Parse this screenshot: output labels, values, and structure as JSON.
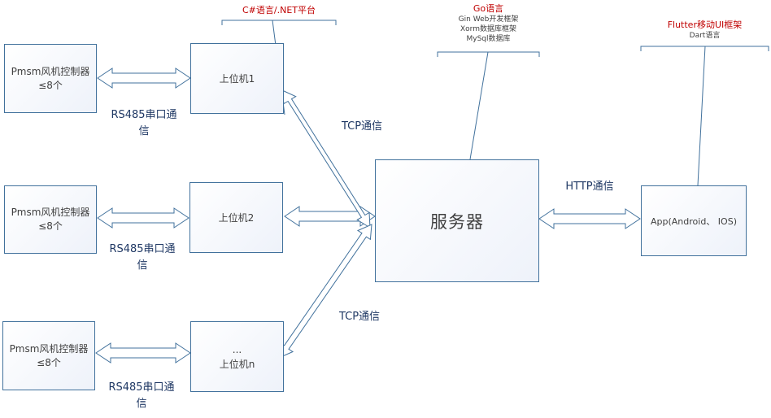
{
  "controllers": [
    {
      "line1": "Pmsm风机控制器",
      "line2": "≤8个"
    },
    {
      "line1": "Pmsm风机控制器",
      "line2": "≤8个"
    },
    {
      "line1": "Pmsm风机控制器",
      "line2": "≤8个"
    }
  ],
  "hosts": [
    {
      "line1": "",
      "line2": "上位机1"
    },
    {
      "line1": "",
      "line2": "上位机2"
    },
    {
      "line1": "...",
      "line2": "上位机n"
    }
  ],
  "rs485": [
    {
      "line1": "RS485串口通",
      "line2": "信"
    },
    {
      "line1": "RS485串口通",
      "line2": "信"
    },
    {
      "line1": "RS485串口通",
      "line2": "信"
    }
  ],
  "tcp_labels": [
    "TCP通信",
    "TCP通信"
  ],
  "http_label": "HTTP通信",
  "server": {
    "label": "服务器"
  },
  "app": {
    "label": "App(Android、 IOS)"
  },
  "notes": {
    "host": {
      "title": "C#语言/.NET平台"
    },
    "server": {
      "title": "Go语言",
      "items": [
        "Gin Web开发框架",
        "Xorm数据库框架",
        "MySql数据库"
      ]
    },
    "app": {
      "title": "Flutter移动UI框架",
      "sub": "Dart语言"
    }
  },
  "colors": {
    "border": "#41719c",
    "label": "#1f3864",
    "note_title": "#c00000",
    "arrow_fill": "#ffffff"
  }
}
